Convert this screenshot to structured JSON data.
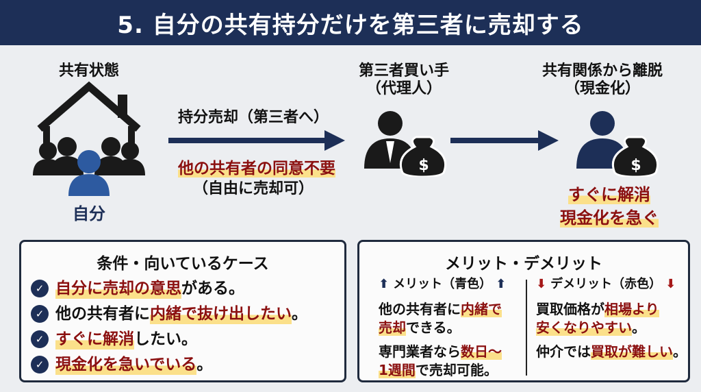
{
  "title": "5. 自分の共有持分だけを第三者に売却する",
  "flow": {
    "owner_label": "共有状態",
    "self_label": "自分",
    "arrow1_label": "持分売却（第三者へ）",
    "arrow1_note1": "他の共有者の同意不要",
    "arrow1_note2": "（自由に売却可）",
    "buyer_label1": "第三者買い手",
    "buyer_label2": "（代理人）",
    "exit_label1": "共有関係から離脱",
    "exit_label2": "（現金化）",
    "exit_note1": "すぐに解消",
    "exit_note2": "現金化を急ぐ"
  },
  "conditions": {
    "title": "条件・向いているケース",
    "items": [
      {
        "a": "",
        "h": "自分に売却の意思",
        "b": "がある。"
      },
      {
        "a": "他の共有者に",
        "h": "内緒で抜け出したい",
        "b": "。"
      },
      {
        "a": "",
        "h": "すぐに解消",
        "b": "したい。"
      },
      {
        "a": "",
        "h": "現金化を急いでいる",
        "b": "。"
      }
    ]
  },
  "merits": {
    "title": "メリット・デメリット",
    "merit_header": "メリット（青色）",
    "demerit_header": "デメリット（赤色）",
    "merit_1a": "他の共有者に",
    "merit_1h": "内緒で",
    "merit_1h2": "売却",
    "merit_1b": "できる。",
    "merit_2a": "専門業者なら",
    "merit_2h": "数日〜",
    "merit_2h2": "1週間",
    "merit_2b": "で売却可能。",
    "demerit_1a": "買取価格が",
    "demerit_1h": "相場より",
    "demerit_1h2": "安くなりやすい",
    "demerit_1b": "。",
    "demerit_2a": "仲介では",
    "demerit_2h": "買取が難しい",
    "demerit_2b": "。"
  },
  "colors": {
    "navy": "#1d2f57",
    "red": "#8b1010",
    "blue": "#2d5aa0",
    "highlight": "#fbe08a"
  }
}
